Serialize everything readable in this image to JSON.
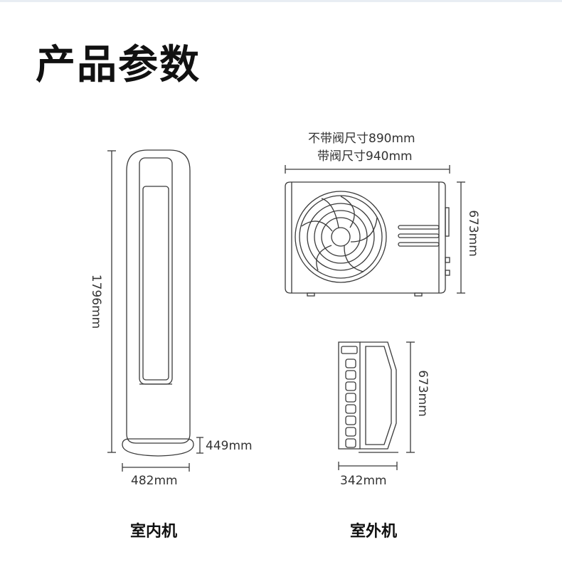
{
  "page": {
    "title": "产品参数"
  },
  "indoor": {
    "name": "室内机",
    "height": "1796mm",
    "width": "482mm",
    "base_height": "449mm"
  },
  "outdoor": {
    "name": "室外机",
    "width_no_valve": "不带阀尺寸890mm",
    "width_with_valve": "带阀尺寸940mm",
    "height_front": "673mm",
    "height_side": "673mm",
    "depth": "342mm"
  }
}
